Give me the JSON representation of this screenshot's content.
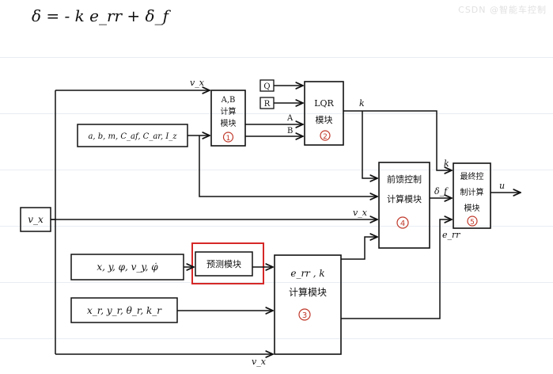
{
  "formula": "δ = - k e_rr + δ_f",
  "watermark": "CSDN @智能车控制",
  "blocks": {
    "ab_calc": {
      "lines": [
        "A,B",
        "计算",
        "模块"
      ],
      "num": "1"
    },
    "lqr": {
      "lines": [
        "LQR",
        "模块"
      ],
      "num": "2"
    },
    "feedforward": {
      "lines": [
        "前馈控制",
        "计算模块"
      ],
      "num": "4"
    },
    "final": {
      "lines": [
        "最终控",
        "制计算",
        "模块"
      ],
      "num": "5"
    },
    "err_calc": {
      "lines": [
        "e_rr , k",
        "计算模块"
      ],
      "num": "3"
    },
    "predict": {
      "label": "预测模块"
    },
    "vx_source": {
      "label": "v_x"
    },
    "q": {
      "label": "Q"
    },
    "r": {
      "label": "R"
    },
    "params": {
      "label": "a, b, m, C_af, C_ar, I_z"
    },
    "state": {
      "label": "x, y, φ, v_y, φ̇"
    },
    "ref": {
      "label": "x_r, y_r, θ_r, k_r"
    }
  },
  "signals": {
    "vx_top": "v_x",
    "a": "A",
    "b": "B",
    "k_lqr": "k",
    "k_final": "k",
    "vx_ff": "v_x",
    "delta_f": "δ_f",
    "err": "e_rr",
    "u": "u",
    "vx_bottom": "v_x"
  },
  "colors": {
    "ink": "#111111",
    "highlight": "#d62828",
    "circle_number": "#c0392b"
  }
}
